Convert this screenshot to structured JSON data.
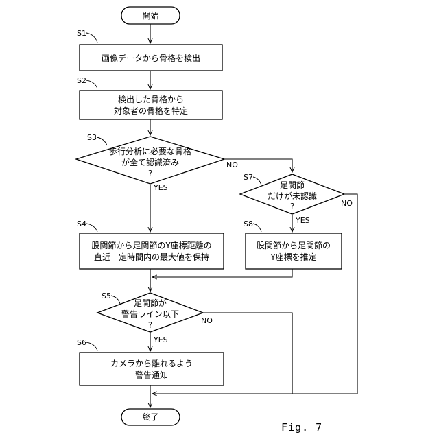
{
  "diagram": {
    "start": "開始",
    "end": "終了",
    "figure_label": "Fig. 7",
    "steps": {
      "s1": {
        "id": "S1",
        "line1": "画像データから骨格を検出",
        "line2": ""
      },
      "s2": {
        "id": "S2",
        "line1": "検出した骨格から",
        "line2": "対象者の骨格を特定"
      },
      "s3": {
        "id": "S3",
        "line1": "歩行分析に必要な骨格",
        "line2": "が全て認識済み",
        "line3": "?"
      },
      "s4": {
        "id": "S4",
        "line1": "股関節から足関節のY座標距離の",
        "line2": "直近一定時間内の最大値を保持"
      },
      "s5": {
        "id": "S5",
        "line1": "足関節が",
        "line2": "警告ライン以下",
        "line3": "?"
      },
      "s6": {
        "id": "S6",
        "line1": "カメラから離れるよう",
        "line2": "警告通知"
      },
      "s7": {
        "id": "S7",
        "line1": "足関節",
        "line2": "だけが未認識",
        "line3": "?"
      },
      "s8": {
        "id": "S8",
        "line1": "股関節から足関節の",
        "line2": "Y座標を推定"
      }
    },
    "branches": {
      "s3_yes": "YES",
      "s3_no": "NO",
      "s7_yes": "YES",
      "s7_no": "NO",
      "s5_yes": "YES",
      "s5_no": "NO"
    }
  }
}
